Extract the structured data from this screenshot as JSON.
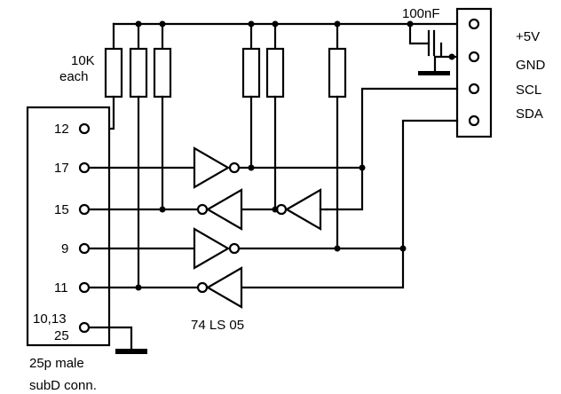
{
  "labels": {
    "resistors": [
      "10K",
      "each"
    ],
    "capacitor": "100nF",
    "chip": "74 LS 05",
    "connector": [
      "25p male",
      "subD conn."
    ],
    "db25_pins": [
      "12",
      "17",
      "15",
      "9",
      "11",
      "10,13",
      "25"
    ],
    "header_pins": [
      "+5V",
      "GND",
      "SCL",
      "SDA"
    ]
  }
}
